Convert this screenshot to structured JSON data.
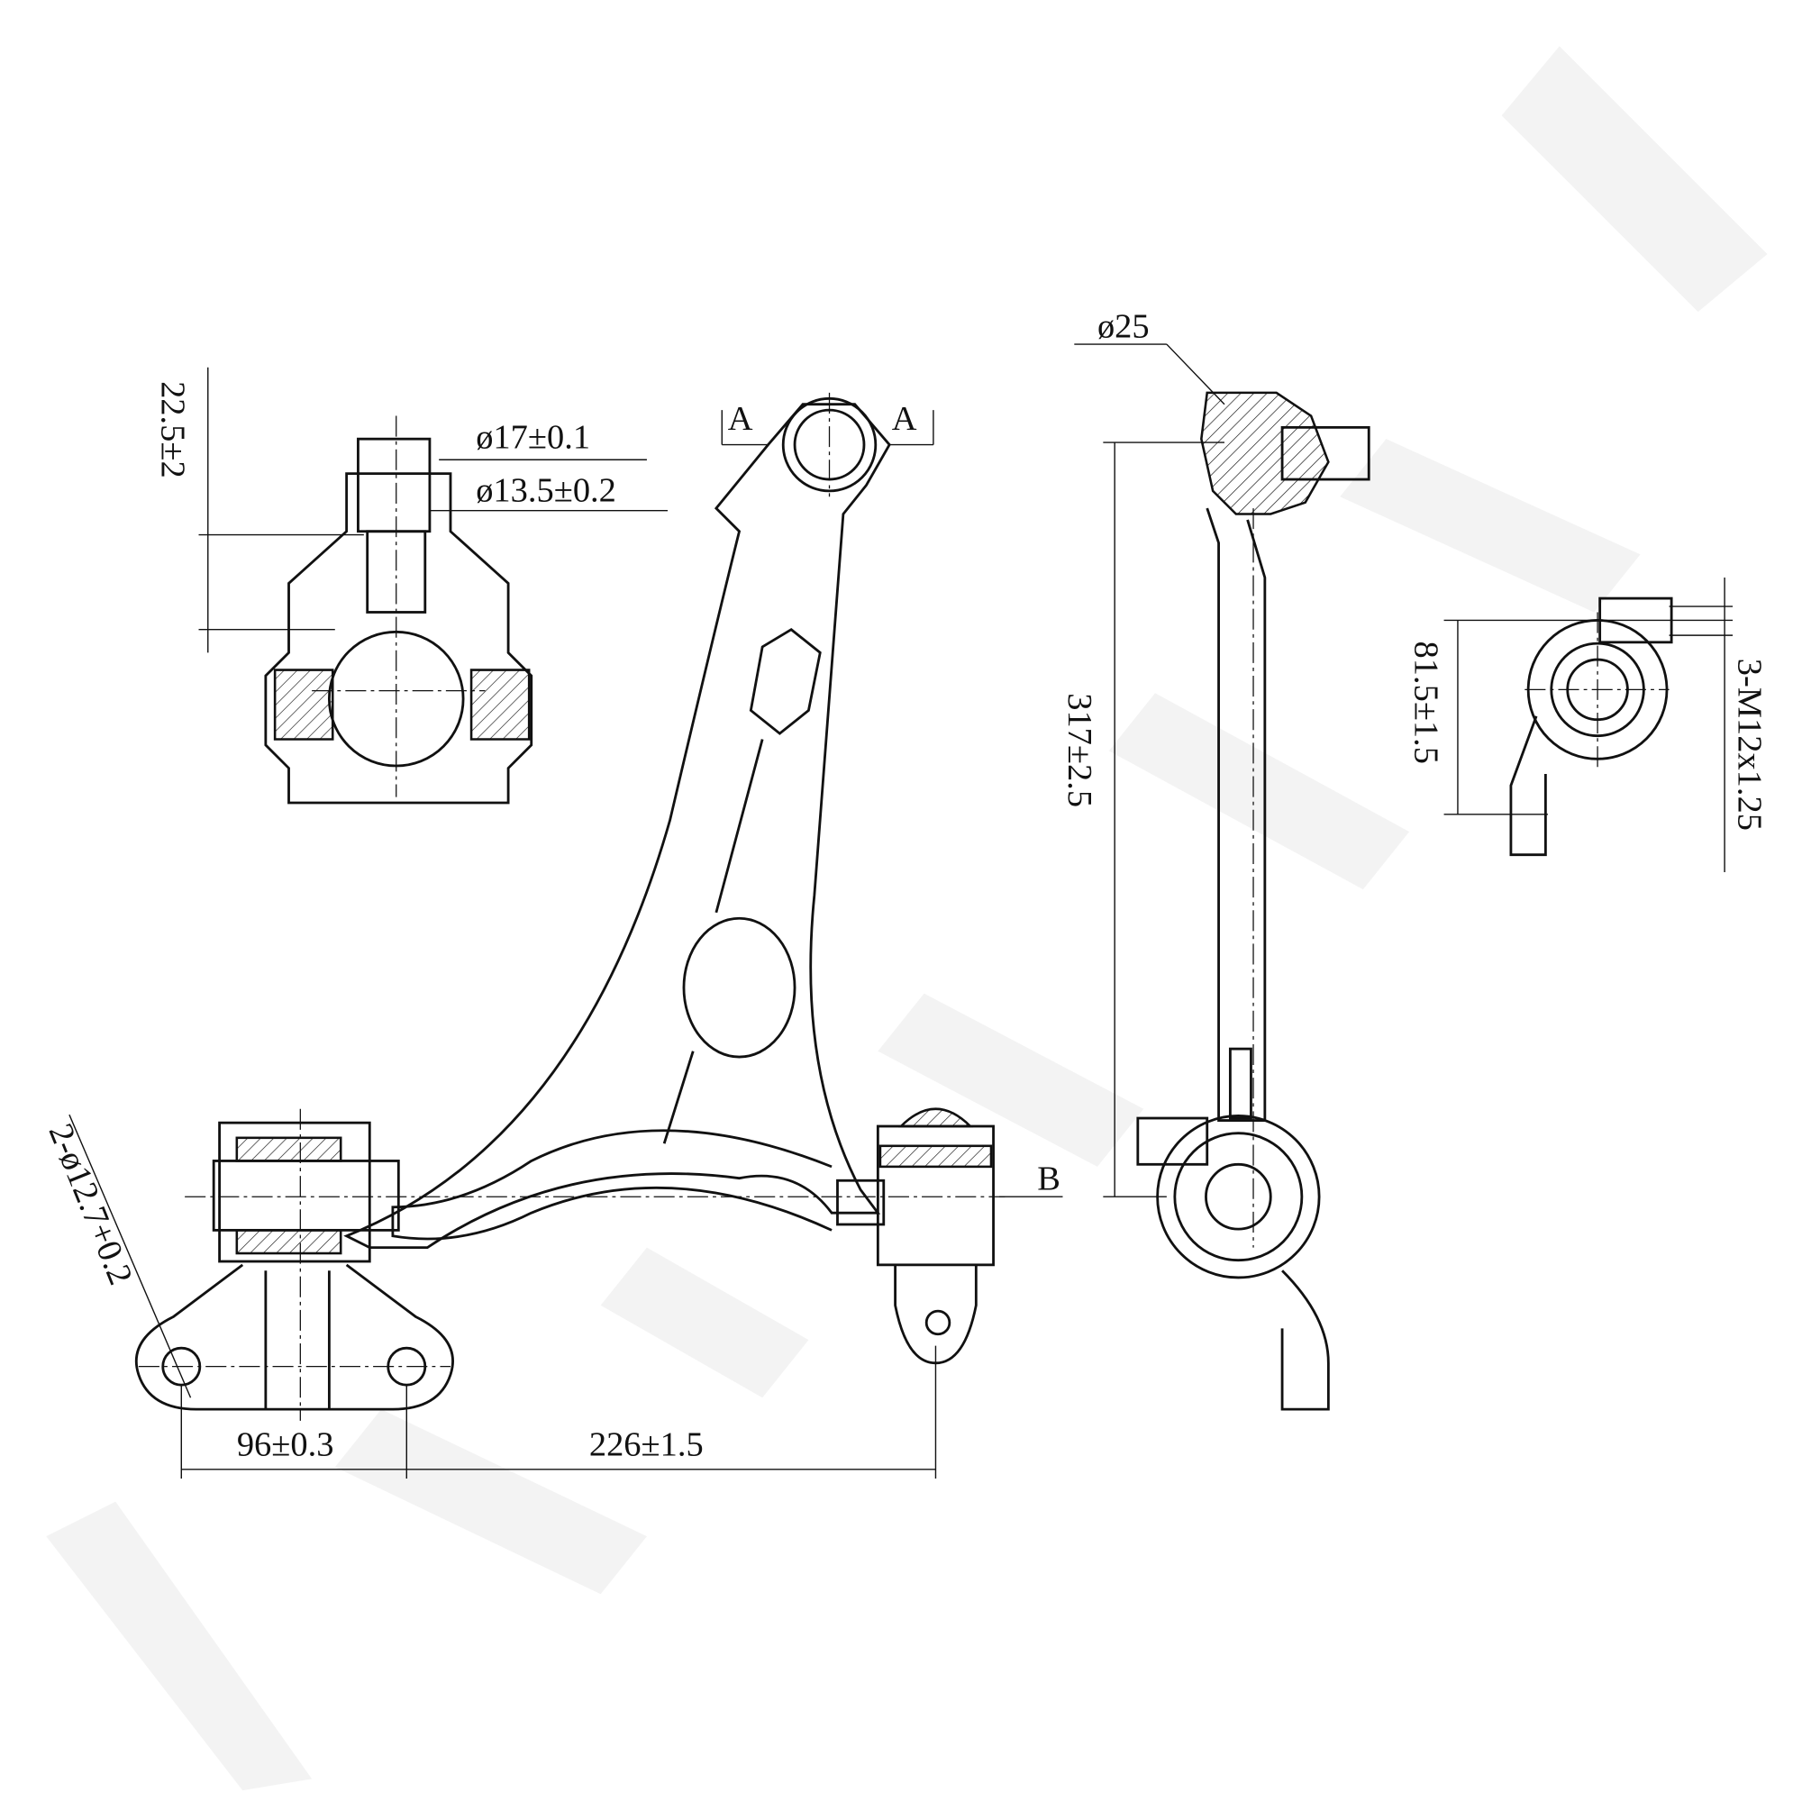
{
  "drawing": {
    "title": "Control arm technical drawing",
    "dimensions": {
      "ball_joint_height": "22.5±2",
      "stud_dia_1": "ø17±0.1",
      "stud_dia_2": "ø13.5±0.2",
      "ball_dia": "ø25",
      "arm_length": "317±2.5",
      "bushing_height": "81.5±1.5",
      "thread": "3-M12x1.25",
      "hole_dia": "2-ø12.7+0.2",
      "hole_spacing": "96±0.3",
      "pivot_distance": "226±1.5"
    },
    "section_marks": {
      "a_left": "A",
      "a_right": "A",
      "b": "B"
    }
  }
}
